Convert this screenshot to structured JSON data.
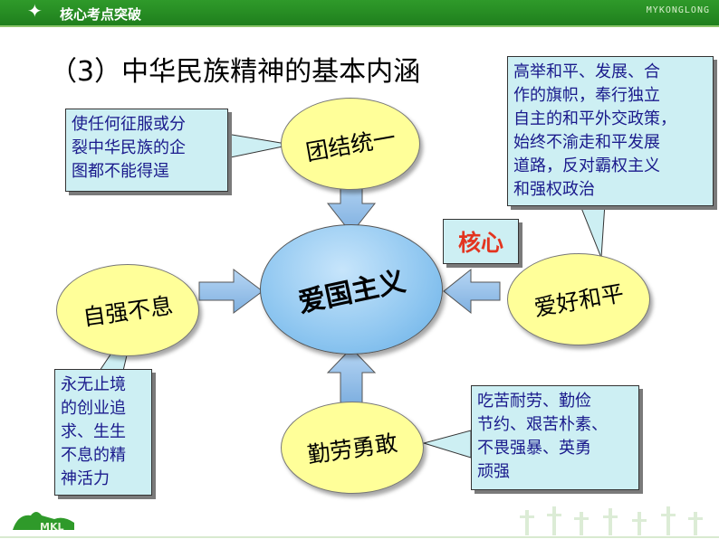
{
  "header": {
    "star_icon": "four-point-star",
    "title": "核心考点突破",
    "brand": "MYKONGLONG",
    "bar_color": "#248a22"
  },
  "section_title": "（3）中华民族精神的基本内涵",
  "center": {
    "label": "爱国主义",
    "color": "#8ec6f0"
  },
  "core_label": {
    "text": "核心",
    "color": "#e3341f"
  },
  "nodes": {
    "top": "团结统一",
    "left": "自强不息",
    "right": "爱好和平",
    "bottom": "勤劳勇敢"
  },
  "notes": {
    "unity": [
      "使任何征服或分",
      "裂中华民族的企",
      "图都不能得逞"
    ],
    "peace": [
      "高举和平、发展、合",
      "作的旗帜，奉行独立",
      "自主的和平外交政策，",
      "始终不渝走和平发展",
      "道路，反对霸权主义",
      "和强权政治"
    ],
    "selfstrength": [
      "永无止境",
      "的创业追",
      "求、生生",
      "不息的精",
      "神活力"
    ],
    "diligence": [
      "吃苦耐劳、勤俭",
      "节约、艰苦朴素、",
      "不畏强暴、英勇",
      "顽强"
    ]
  },
  "footer": {
    "logo_text": "MKL"
  }
}
